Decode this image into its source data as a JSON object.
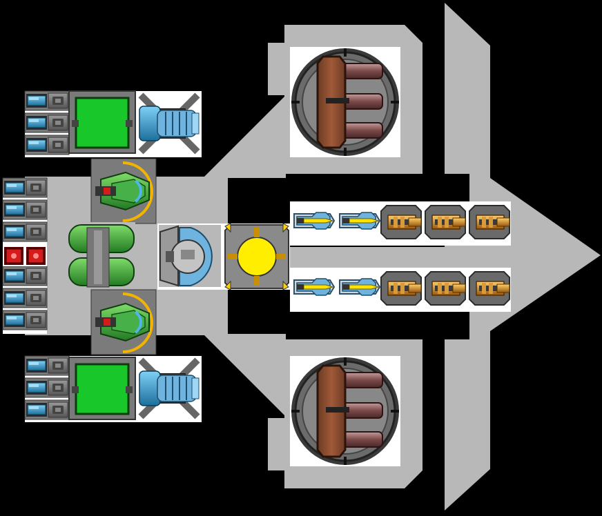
{
  "scene": {
    "name": "ship-blueprint",
    "colors": {
      "background": "#000000",
      "hull": "#b8b8b8",
      "plate": "#ffffff",
      "battery_blue": "#2e9fd6",
      "screen_green": "#18c82a",
      "reactor_yellow": "#ffee00",
      "turret_brown": "#8a4b2e",
      "ammo_gold": "#c8861e",
      "warning_red": "#d41c1c",
      "thruster_green": "#3aa53a"
    }
  },
  "modules": {
    "battery_count_top": 3,
    "battery_count_bottom": 3,
    "battery_count_left": 6,
    "red_power_nodes": 2,
    "green_screens": 2,
    "blue_engines": 2,
    "green_cannons": 2,
    "central_reactor": 1,
    "cockpit": 1,
    "heavy_turrets": 2,
    "missile_launchers_per_row": 2,
    "gold_cannons_per_row": 3,
    "weapon_rows": 2
  }
}
